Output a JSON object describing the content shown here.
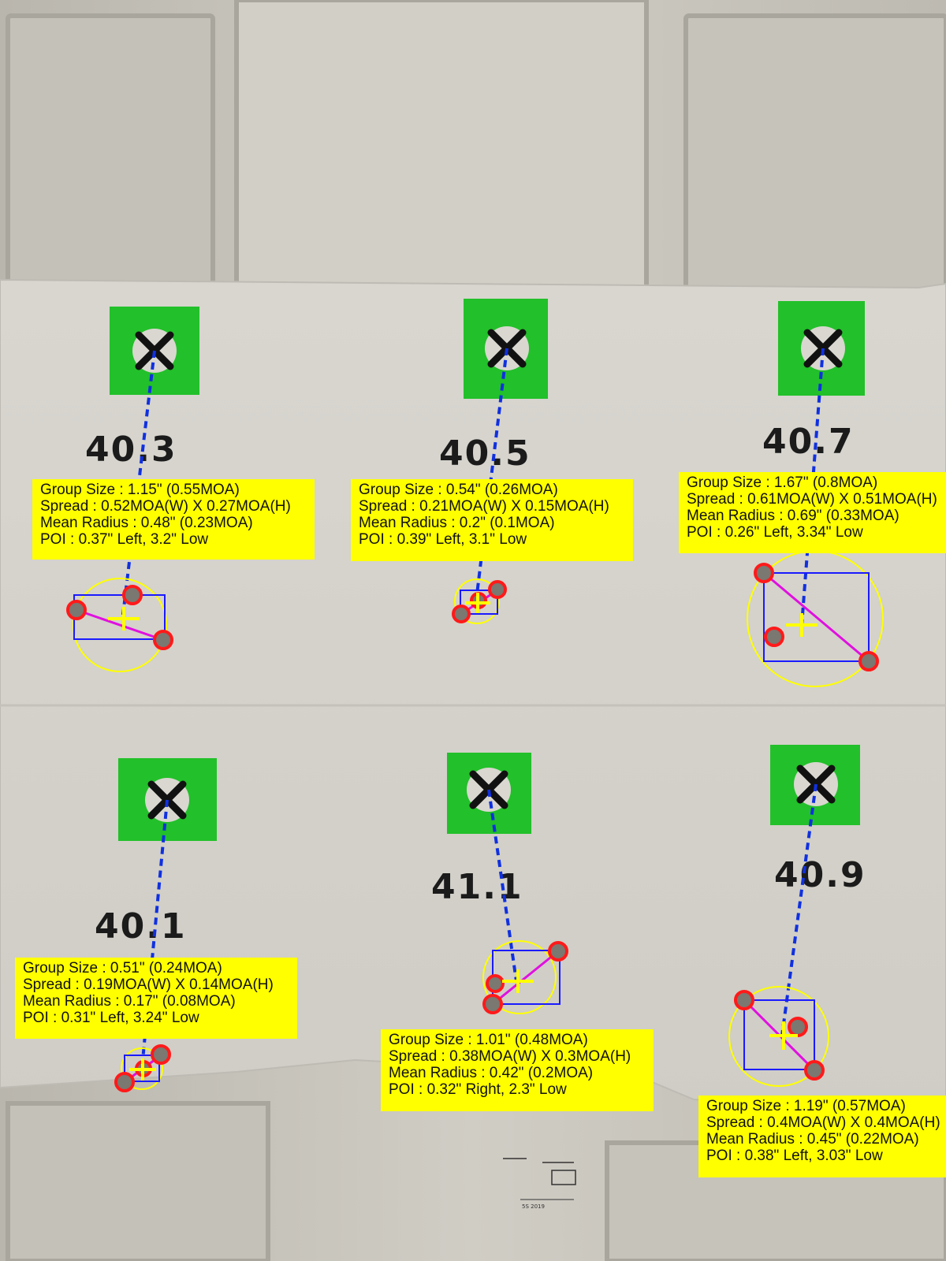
{
  "colors": {
    "door": "#c9c6bd",
    "paper": "#d9d7d0",
    "target_green": "#22c02a",
    "annotation_yellow": "#ffff00",
    "bounding_box_blue": "#1a1aff",
    "spread_line_magenta": "#e010e0",
    "shot_circle_red": "#ff1a1a",
    "poi_line_blue": "#1030e0"
  },
  "groups": [
    {
      "charge_label": "40.3",
      "stats": {
        "group_size": "Group Size : 1.15\" (0.55MOA)",
        "spread": "Spread : 0.52MOA(W) X 0.27MOA(H)",
        "mean_radius": "Mean Radius : 0.48\" (0.23MOA)",
        "poi": "POI : 0.37\" Left,  3.2\" Low"
      }
    },
    {
      "charge_label": "40.5",
      "stats": {
        "group_size": "Group Size : 0.54\" (0.26MOA)",
        "spread": "Spread : 0.21MOA(W) X 0.15MOA(H)",
        "mean_radius": "Mean Radius : 0.2\" (0.1MOA)",
        "poi": "POI : 0.39\" Left,  3.1\" Low"
      }
    },
    {
      "charge_label": "40.7",
      "stats": {
        "group_size": "Group Size : 1.67\" (0.8MOA)",
        "spread": "Spread : 0.61MOA(W) X 0.51MOA(H)",
        "mean_radius": "Mean Radius : 0.69\" (0.33MOA)",
        "poi": "POI : 0.26\" Left,  3.34\" Low"
      }
    },
    {
      "charge_label": "40.1",
      "stats": {
        "group_size": "Group Size : 0.51\" (0.24MOA)",
        "spread": "Spread : 0.19MOA(W) X 0.14MOA(H)",
        "mean_radius": "Mean Radius : 0.17\" (0.08MOA)",
        "poi": "POI : 0.31\" Left,  3.24\" Low"
      }
    },
    {
      "charge_label": "41.1",
      "stats": {
        "group_size": "Group Size : 1.01\" (0.48MOA)",
        "spread": "Spread : 0.38MOA(W) X 0.3MOA(H)",
        "mean_radius": "Mean Radius : 0.42\" (0.2MOA)",
        "poi": "POI : 0.32\" Right,  2.3\" Low"
      }
    },
    {
      "charge_label": "40.9",
      "stats": {
        "group_size": "Group Size : 1.19\" (0.57MOA)",
        "spread": "Spread : 0.4MOA(W) X 0.4MOA(H)",
        "mean_radius": "Mean Radius : 0.45\" (0.22MOA)",
        "poi": "POI : 0.38\" Left,  3.03\" Low"
      }
    }
  ],
  "paper_stamp": "5S 2019"
}
